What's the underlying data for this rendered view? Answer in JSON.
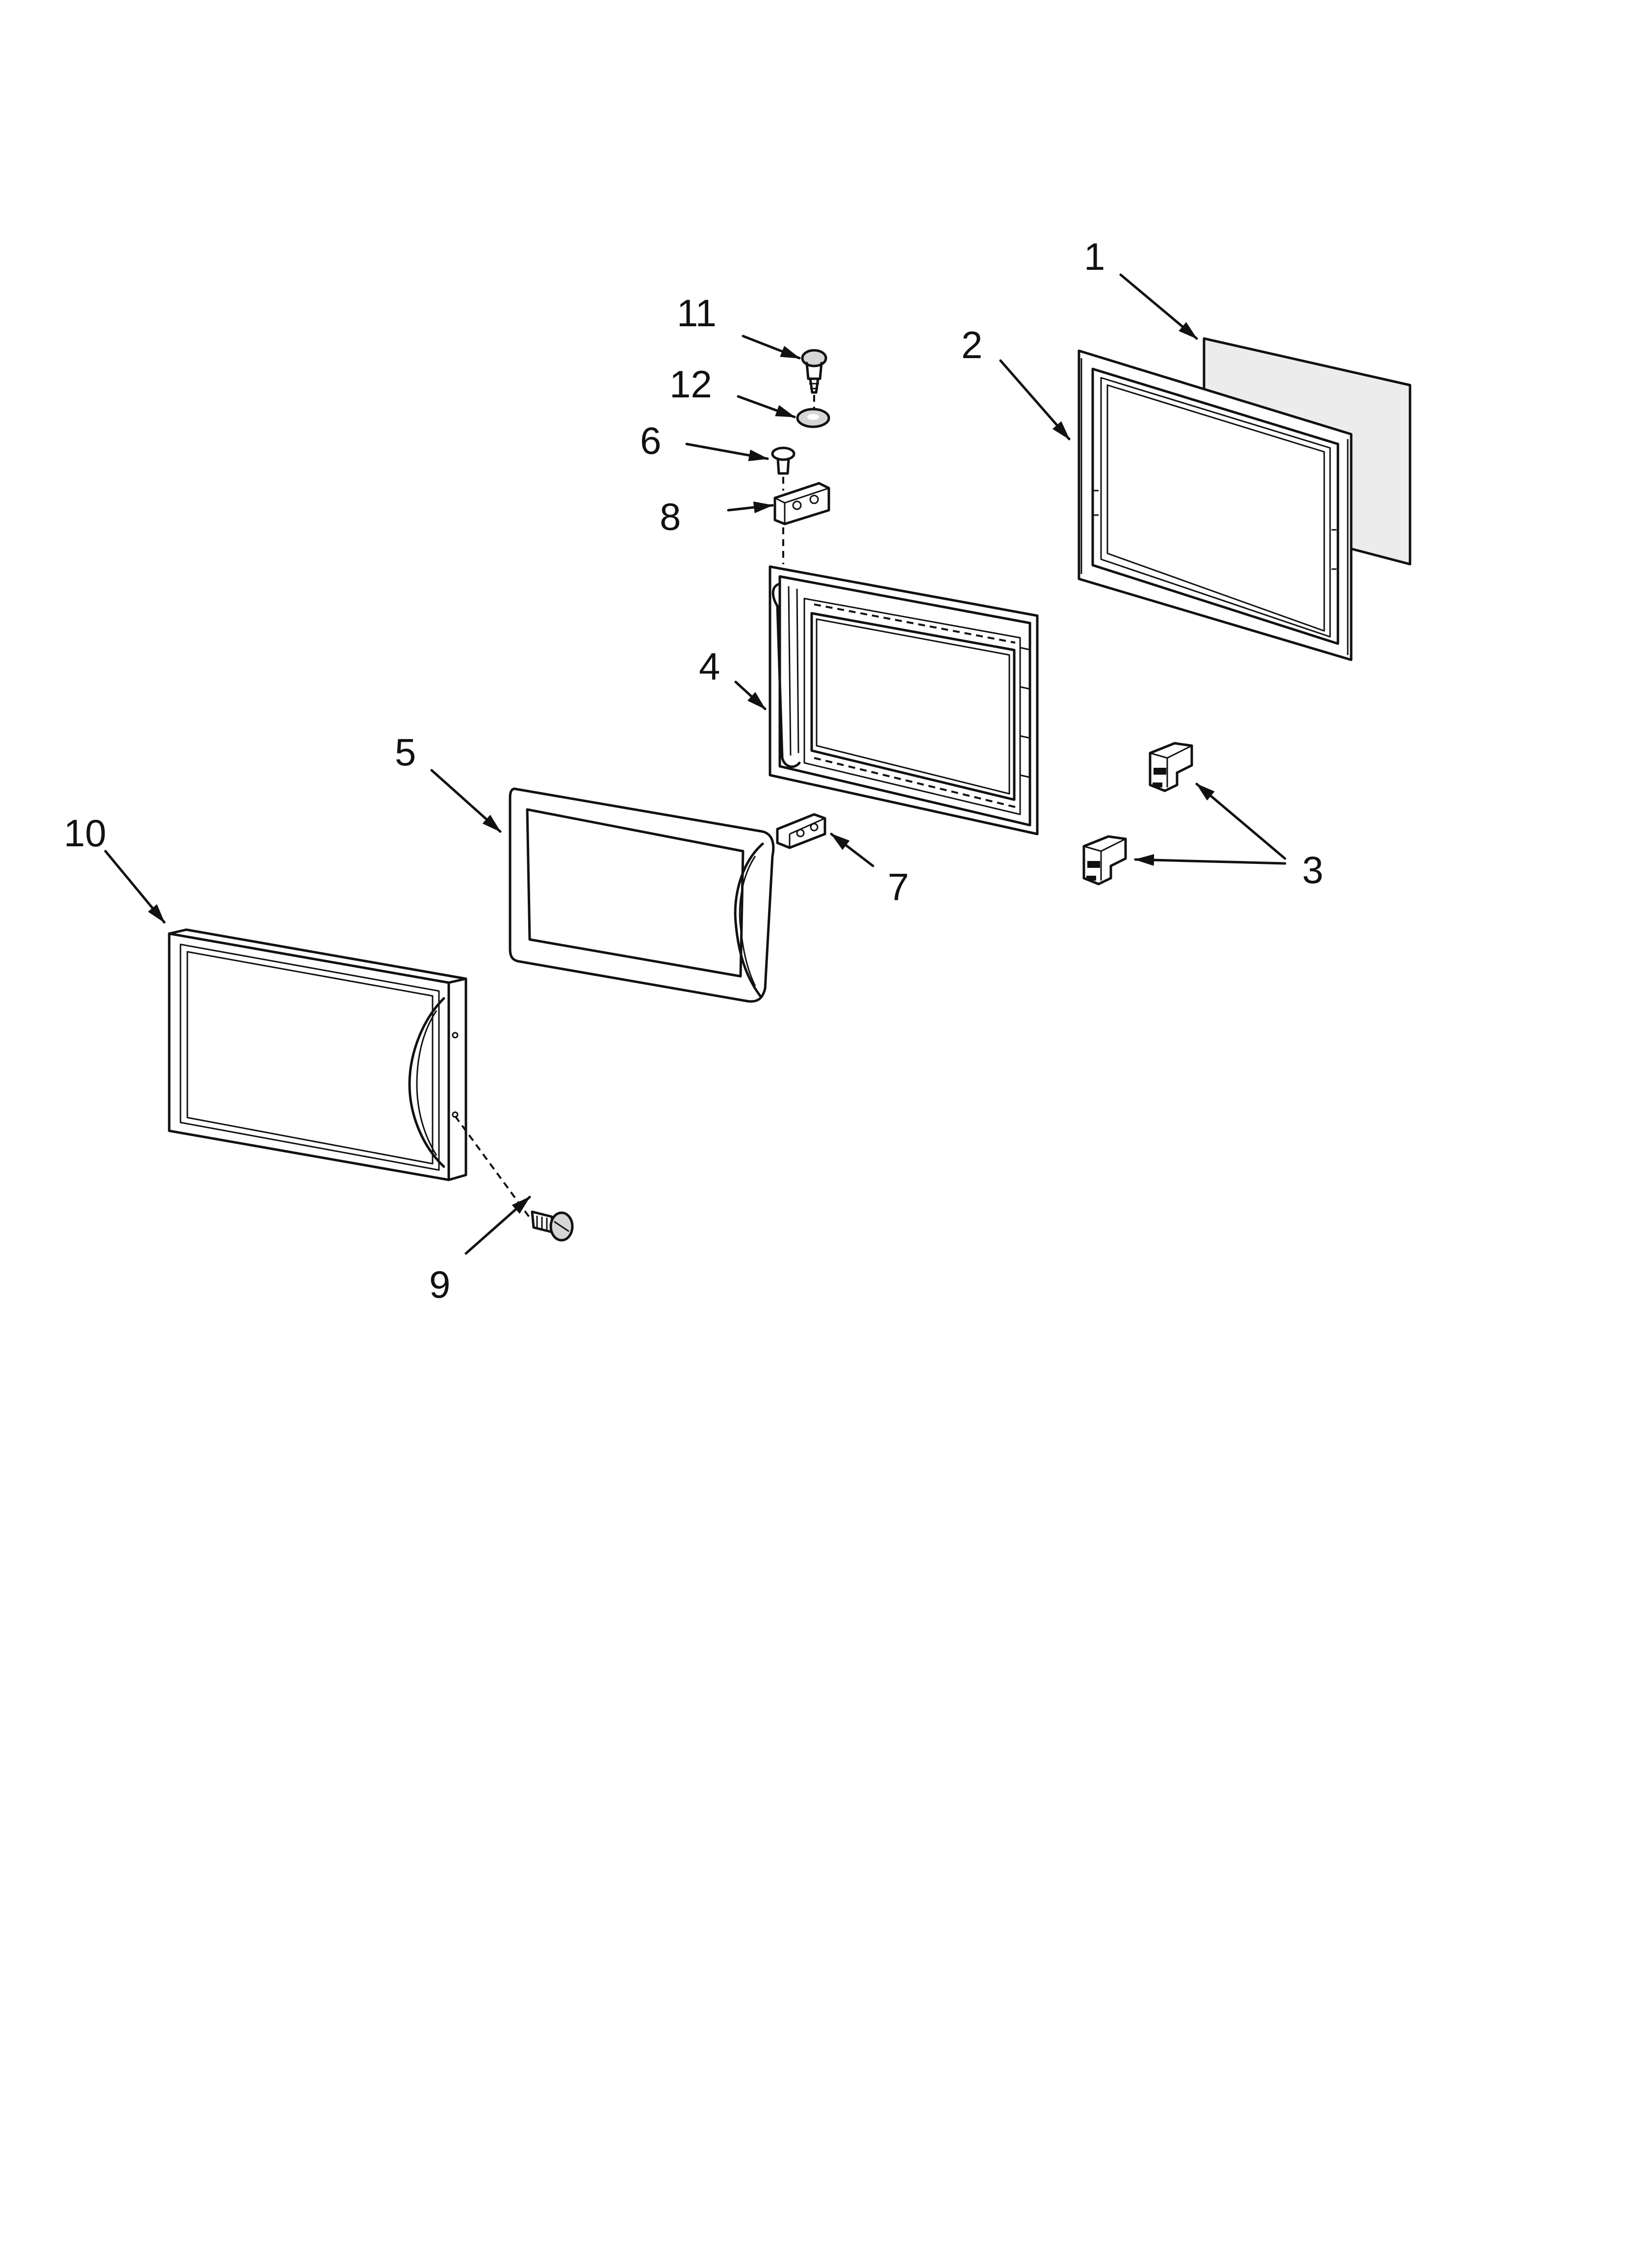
{
  "diagram": {
    "callouts": [
      {
        "id": "c1",
        "label": "1"
      },
      {
        "id": "c2",
        "label": "2"
      },
      {
        "id": "c3",
        "label": "3"
      },
      {
        "id": "c4",
        "label": "4"
      },
      {
        "id": "c5",
        "label": "5"
      },
      {
        "id": "c6",
        "label": "6"
      },
      {
        "id": "c7",
        "label": "7"
      },
      {
        "id": "c8",
        "label": "8"
      },
      {
        "id": "c9",
        "label": "9"
      },
      {
        "id": "c10",
        "label": "10"
      },
      {
        "id": "c11",
        "label": "11"
      },
      {
        "id": "c12",
        "label": "12"
      }
    ],
    "colors": {
      "line": "#111111",
      "background": "#ffffff",
      "shade": "#d6d6d6"
    }
  }
}
